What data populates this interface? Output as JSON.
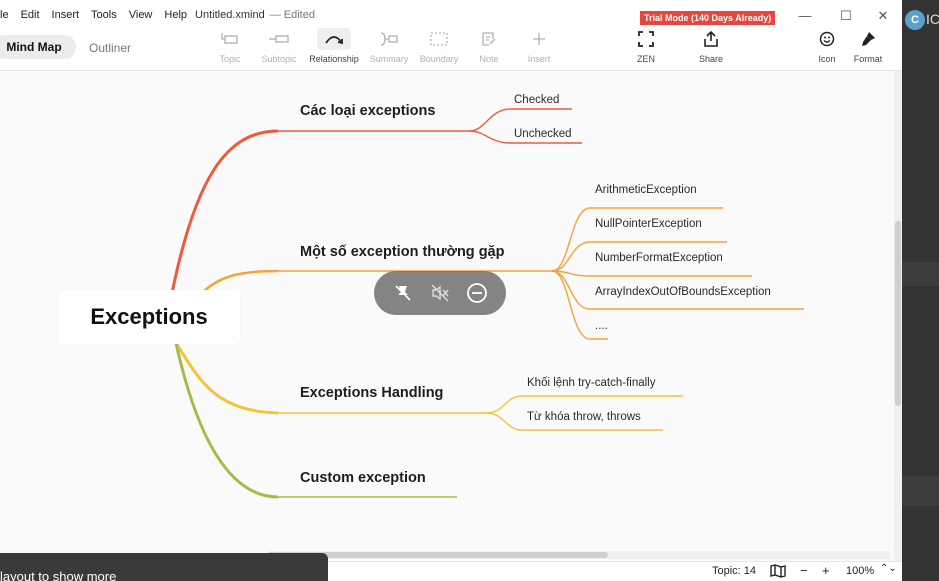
{
  "menu": {
    "items": [
      "le",
      "Edit",
      "Insert",
      "Tools",
      "View",
      "Help"
    ],
    "doc_title": "Untitled.xmind",
    "doc_status": "— Edited"
  },
  "trial_badge": "Trial Mode (140 Days Already)",
  "window_controls": {
    "minimize": "—",
    "maximize": "☐",
    "close": "✕"
  },
  "view_switch": {
    "active": "Mind Map",
    "inactive": "Outliner"
  },
  "toolbar": {
    "topic": "Topic",
    "subtopic": "Subtopic",
    "relationship": "Relationship",
    "summary": "Summary",
    "boundary": "Boundary",
    "note": "Note",
    "insert": "Insert",
    "zen": "ZEN",
    "share": "Share",
    "icon": "Icon",
    "format": "Format"
  },
  "mindmap": {
    "central": "Exceptions",
    "branches": [
      {
        "label": "Các loại exceptions",
        "color": "#f05a3a",
        "children": [
          "Checked",
          "Unchecked"
        ]
      },
      {
        "label": "Một số exception thường gặp",
        "color": "#f7a23a",
        "children": [
          "ArithmeticException",
          "NullPointerException",
          "NumberFormatException",
          "ArrayIndexOutOfBoundsException",
          "...."
        ]
      },
      {
        "label": "Exceptions Handling",
        "color": "#f6c23b",
        "children": [
          "Khối lệnh try-catch-finally",
          "Từ khóa throw, throws"
        ]
      },
      {
        "label": "Custom exception",
        "color": "#a2bd48",
        "children": []
      }
    ]
  },
  "status": {
    "topic_count": "Topic: 14",
    "zoom_minus": "−",
    "zoom_plus": "+",
    "zoom_level": "100%",
    "zoom_arrows": "⌃⌄"
  },
  "toast": "layout to show more",
  "side_strip": {
    "badge": "C",
    "text": "IC"
  },
  "icons": {
    "zen": "fullscreen-icon",
    "share": "share-icon",
    "icon": "smiley-icon",
    "format": "brush-icon",
    "overlay": [
      "pin-off-icon",
      "mute-icon",
      "minus-circle-icon"
    ]
  }
}
